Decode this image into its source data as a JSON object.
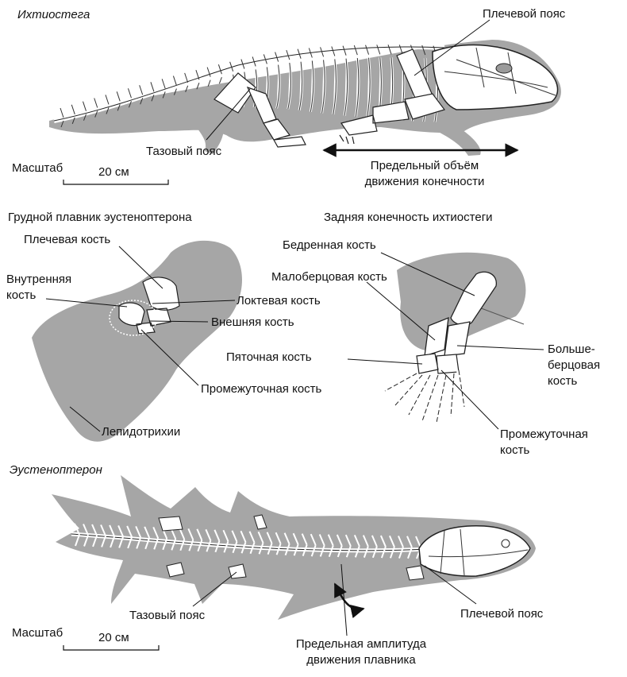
{
  "ichthyostega": {
    "title": "Ихтиостега",
    "shoulder_girdle": "Плечевой пояс",
    "pelvic_girdle": "Тазовый пояс",
    "scale_label": "Масштаб",
    "scale_value": "20 см",
    "limb_range_line1": "Предельный объём",
    "limb_range_line2": "движения конечности"
  },
  "pectoral_fin": {
    "title": "Грудной плавник эустеноптерона",
    "humerus": "Плечевая кость",
    "internal_bone_line1": "Внутренняя",
    "internal_bone_line2": "кость",
    "ulna": "Локтевая кость",
    "external_bone": "Внешняя кость",
    "intermedium": "Промежуточная кость",
    "lepidotrichia": "Лепидотрихии"
  },
  "hind_limb": {
    "title": "Задняя конечность ихтиостеги",
    "femur": "Бедренная кость",
    "fibula": "Малоберцовая кость",
    "fibulare": "Пяточная кость",
    "tibia_line1": "Больше-",
    "tibia_line2": "берцовая",
    "tibia_line3": "кость",
    "intermedium_line1": "Промежуточная",
    "intermedium_line2": "кость"
  },
  "eusthenopteron": {
    "title": "Эустеноптерон",
    "pelvic_girdle": "Тазовый пояс",
    "shoulder_girdle": "Плечевой пояс",
    "scale_label": "Масштаб",
    "scale_value": "20 см",
    "fin_range_line1": "Предельная амплитуда",
    "fin_range_line2": "движения плавника"
  },
  "colors": {
    "silhouette": "#a6a6a6",
    "bone": "#ffffff",
    "ink": "#111111"
  }
}
